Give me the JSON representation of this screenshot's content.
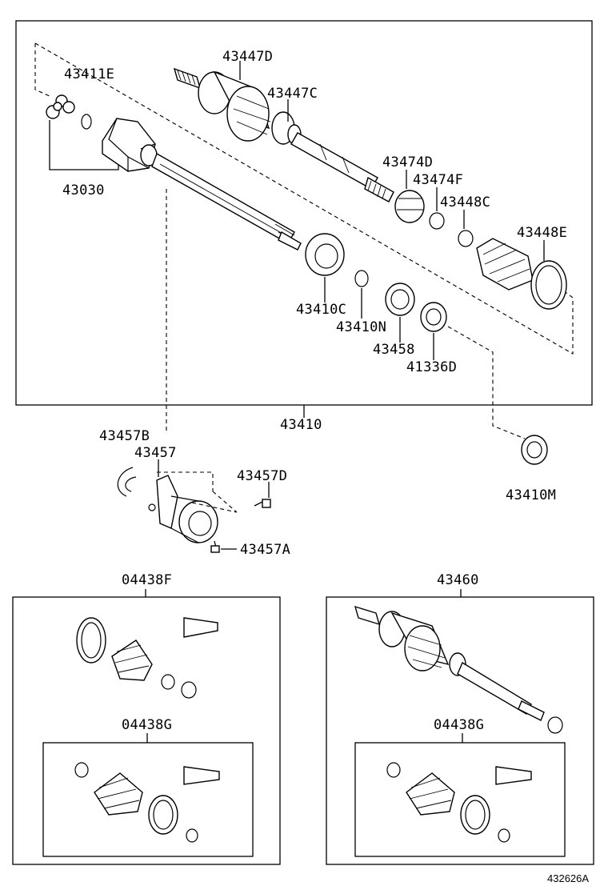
{
  "labels": {
    "p43447D": "43447D",
    "p43411E": "43411E",
    "p43447C": "43447C",
    "p43030": "43030",
    "p43474D": "43474D",
    "p43474F": "43474F",
    "p43448C": "43448C",
    "p43448E": "43448E",
    "p43410C": "43410C",
    "p43410N": "43410N",
    "p43458": "43458",
    "p41336D": "41336D",
    "p43410": "43410",
    "p43457B": "43457B",
    "p43457": "43457",
    "p43457D": "43457D",
    "p43410M": "43410M",
    "p43457A": "43457A",
    "p04438F": "04438F",
    "p43460": "43460",
    "p04438G_left": "04438G",
    "p04438G_right": "04438G"
  },
  "figure_id": "432626A"
}
